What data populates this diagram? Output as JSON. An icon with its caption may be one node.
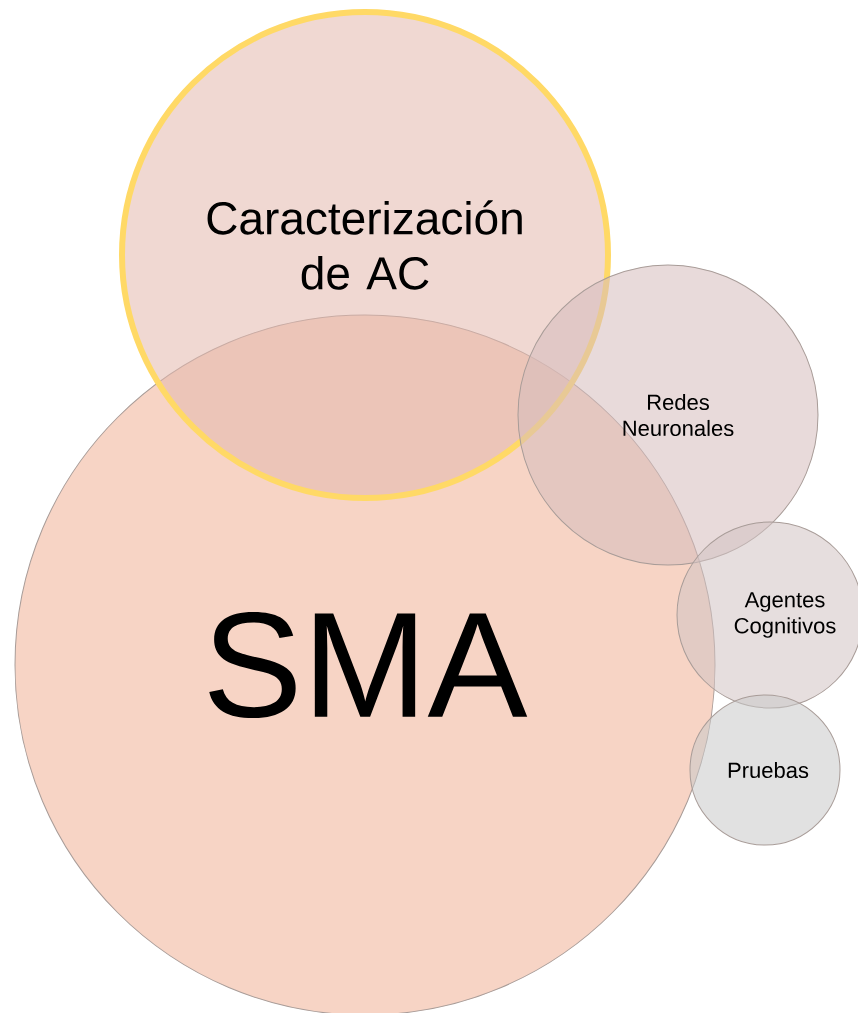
{
  "diagram": {
    "nodes": [
      {
        "text": [
          "Caracterización de AC"
        ]
      },
      {
        "text": [
          "Redes Neuronales"
        ]
      },
      {
        "text": [
          "SMA"
        ]
      },
      {
        "text": [
          "Agentes Cognitivos"
        ]
      },
      {
        "text": [
          "Pruebas"
        ]
      }
    ]
  }
}
